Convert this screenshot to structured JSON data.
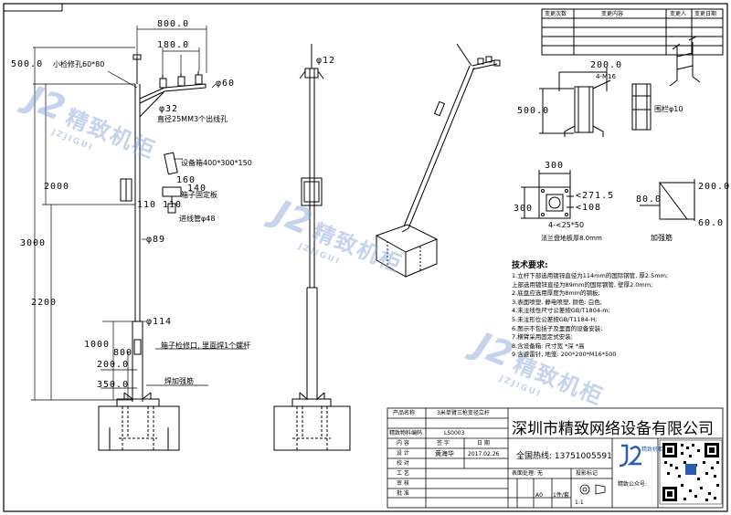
{
  "revision_table": {
    "headers": [
      "变更次数",
      "变更内容",
      "变更人",
      "变更日期"
    ],
    "rows": 4
  },
  "overall_dims": {
    "top_800": "800.0",
    "top_180": "180.0",
    "top_500": "500.0",
    "inspection_hole_label": "小检修孔60*80",
    "dia60": "φ60",
    "dia32": "φ32",
    "wire_hole_label": "直径25MM3个出线孔",
    "dim_2000": "2000",
    "dim_3000": "3000",
    "dim_2200": "2200",
    "dim_1000": "1000",
    "dim_800": "800",
    "dim_200": "200.0",
    "dim_350": "350.0",
    "box_label": "设备箱400*300*150",
    "dim_160": "160",
    "dim_140": "140",
    "dim_110a": "110",
    "dim_110b": "110",
    "box_plate_label": "箱子固定板",
    "conduit_label": "进线管φ48",
    "dia89": "φ89",
    "dia114": "φ114",
    "service_door_label": "箱子检修口, 里面焊1个螺杆",
    "rib_label": "焊加强筋"
  },
  "side_view": {
    "dia12": "φ12"
  },
  "bracket_detail": {
    "dim_200": "200.0",
    "bolt": "4-M16",
    "dim_500": "500.0",
    "guard_label": "围栏φ10"
  },
  "flange_detail": {
    "dim_300_top": "300",
    "dim_300_left": "300",
    "r271": "<271.5",
    "r108": "<108",
    "holes": "4-<25*50",
    "label": "法兰盘地板厚8.0mm"
  },
  "rib_detail": {
    "dim_200": "200.0",
    "dim_80": "80.0",
    "dim_60": "60.0",
    "label": "加强筋"
  },
  "tech_notes": {
    "title": "技术要求:",
    "lines": [
      "1.立杆下部选用镀锌直径为114mm的国际钢管, 厚2.5mm;",
      "  上部选用镀锌直径为89mm的国际钢管, 壁厚2.0mm;",
      "2.底盘应选用厚度为8mm的钢板;",
      "3.表面喷塑, 静电喷塑, 颜色: 白色;",
      "4.未注线性尺寸公差按GB/T1804-m;",
      "5.未注形位公差按GB/T1184-H;",
      "6.图示不包括子及里面的设备安装;",
      "7.横臂采用固定式安装;",
      "8.含设备箱: 尺寸宽    *深    *高",
      "9.含避雷针, 地笼: 200*200*M16*500"
    ]
  },
  "title_block": {
    "product_name_label": "产品名称",
    "product_name": "3米单臂三枪变径立杆",
    "material_label": "精致物料编码",
    "material_code": "LS0003",
    "content_label": "内 容",
    "signature_label": "签 字",
    "date_label": "日 期",
    "design_label": "设 计",
    "designer": "黄海华",
    "design_date": "2017.02.26",
    "drafting_label": "校 对",
    "process_label": "工 艺",
    "review_label": "审 核",
    "approve_label": "批 准",
    "surface_label": "表面处理: 无",
    "projection_label": "投影标记",
    "paper_size": "A0",
    "sheet_count": "1件/套",
    "scale": "1:1",
    "company": "深圳市精致网络设备有限公司",
    "hotline": "全国热线: 13751005591",
    "wechat_label": "精致公众号:",
    "logo_text": "精致机柜"
  },
  "watermarks": {
    "text": "精致机柜",
    "sub": "JZJIGUI"
  }
}
